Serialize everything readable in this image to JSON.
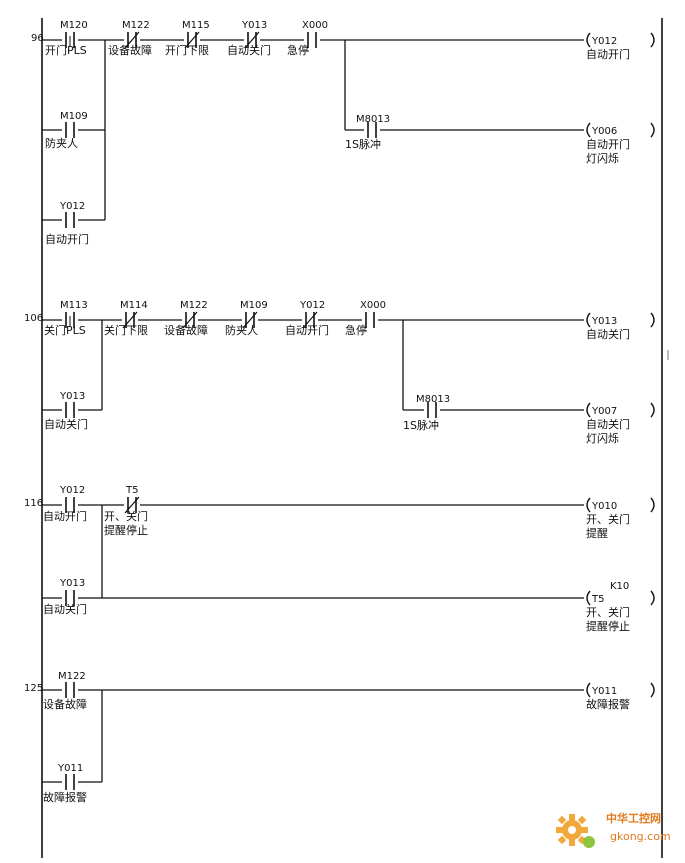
{
  "rungs": [
    {
      "step": "96",
      "contacts": [
        {
          "address": "M120",
          "label": "开门PLS",
          "kind": "pulse"
        },
        {
          "address": "M122",
          "label": "设备故障",
          "kind": "nc"
        },
        {
          "address": "M115",
          "label": "开门下限",
          "kind": "nc"
        },
        {
          "address": "Y013",
          "label": "自动关门",
          "kind": "nc"
        },
        {
          "address": "X000",
          "label": "急停",
          "kind": "no"
        }
      ],
      "parallel": [
        {
          "address": "M109",
          "label": "防夹人",
          "kind": "no"
        },
        {
          "address": "Y012",
          "label": "自动开门",
          "kind": "no"
        }
      ],
      "coil": {
        "address": "Y012",
        "label": "自动开门"
      },
      "branch": {
        "contact": {
          "address": "M8013",
          "label": "1S脉冲",
          "kind": "no"
        },
        "coil": {
          "address": "Y006",
          "label": "自动开门",
          "label2": "灯闪烁"
        }
      }
    },
    {
      "step": "106",
      "contacts": [
        {
          "address": "M113",
          "label": "关门PLS",
          "kind": "pulse"
        },
        {
          "address": "M114",
          "label": "关门下限",
          "kind": "nc"
        },
        {
          "address": "M122",
          "label": "设备故障",
          "kind": "nc"
        },
        {
          "address": "M109",
          "label": "防夹人",
          "kind": "nc"
        },
        {
          "address": "Y012",
          "label": "自动开门",
          "kind": "nc"
        },
        {
          "address": "X000",
          "label": "急停",
          "kind": "no"
        }
      ],
      "parallel": [
        {
          "address": "Y013",
          "label": "自动关门",
          "kind": "no"
        }
      ],
      "coil": {
        "address": "Y013",
        "label": "自动关门"
      },
      "branch": {
        "contact": {
          "address": "M8013",
          "label": "1S脉冲",
          "kind": "no"
        },
        "coil": {
          "address": "Y007",
          "label": "自动关门",
          "label2": "灯闪烁"
        }
      }
    },
    {
      "step": "116",
      "contacts": [
        {
          "address": "Y012",
          "label": "自动开门",
          "kind": "no"
        },
        {
          "address": "T5",
          "label": "开、关门",
          "label2": "提醒停止",
          "kind": "nc"
        }
      ],
      "parallel": [
        {
          "address": "Y013",
          "label": "自动关门",
          "kind": "no"
        }
      ],
      "coil": {
        "address": "Y010",
        "label": "开、关门",
        "label2": "提醒"
      },
      "timer": {
        "address": "T5",
        "preset": "K10",
        "label": "开、关门",
        "label2": "提醒停止"
      }
    },
    {
      "step": "125",
      "contacts": [
        {
          "address": "M122",
          "label": "设备故障",
          "kind": "no"
        }
      ],
      "parallel": [
        {
          "address": "Y011",
          "label": "故障报警",
          "kind": "no"
        }
      ],
      "coil": {
        "address": "Y011",
        "label": "故障报警"
      }
    }
  ],
  "watermark": {
    "name": "中华工控网",
    "url": "gkong.com"
  }
}
